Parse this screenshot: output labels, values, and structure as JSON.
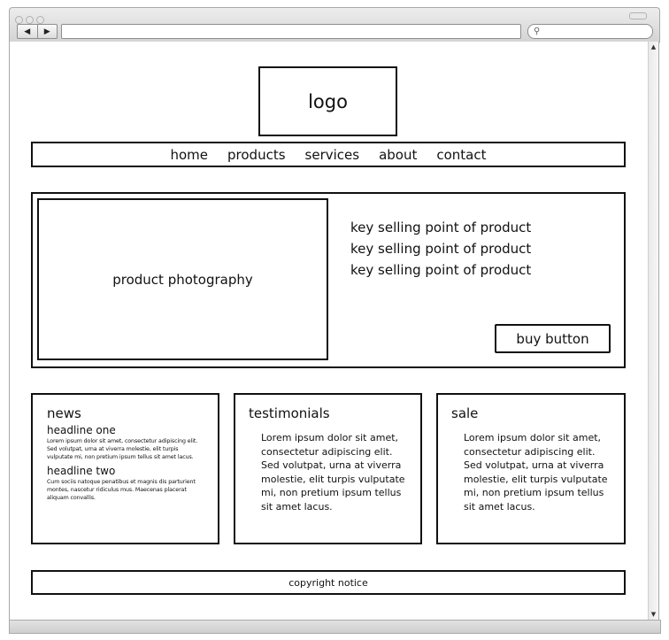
{
  "browser": {
    "back_label": "◀",
    "forward_label": "▶",
    "url": "",
    "search_placeholder": "",
    "search_icon": "magnifier-icon"
  },
  "logo": "logo",
  "nav": [
    "home",
    "products",
    "services",
    "about",
    "contact"
  ],
  "hero": {
    "photo_label": "product photography",
    "selling_points": [
      "key selling point of product",
      "key selling point of product",
      "key selling point of product"
    ],
    "buy_label": "buy button"
  },
  "news": {
    "title": "news",
    "items": [
      {
        "headline": "headline one",
        "body": "Lorem ipsum dolor sit amet, consectetur adipiscing elit. Sed volutpat, urna at viverra molestie, elit turpis vulputate mi, non pretium ipsum tellus sit amet lacus."
      },
      {
        "headline": "headline two",
        "body": "Cum sociis natoque penatibus et magnis dis parturient montes, nascetur ridiculus mus. Maecenas placerat aliquam convallis."
      }
    ]
  },
  "testimonials": {
    "title": "testimonials",
    "body": "Lorem ipsum dolor sit amet, consectetur adipiscing elit. Sed volutpat, urna at viverra molestie, elit turpis vulputate mi, non pretium ipsum tellus sit amet lacus."
  },
  "sale": {
    "title": "sale",
    "body": "Lorem ipsum dolor sit amet, consectetur adipiscing elit. Sed volutpat, urna at viverra molestie, elit turpis vulputate mi, non pretium ipsum tellus sit amet lacus."
  },
  "footer": "copyright notice"
}
